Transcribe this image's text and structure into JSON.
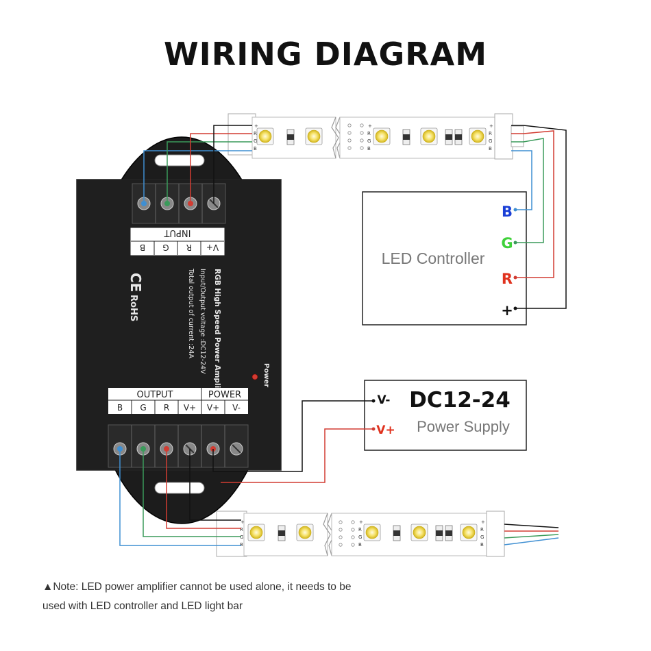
{
  "title": "WIRING DIAGRAM",
  "colors": {
    "blue": "#3f8fd2",
    "green": "#3a9a5a",
    "red": "#d23c32",
    "black": "#111111",
    "device": "#1c1c1c",
    "label_blue": "#1a3fd6",
    "label_green": "#3fd13a",
    "label_red": "#e0321e"
  },
  "amplifier": {
    "input_header": "INPUT",
    "input_terminals": [
      "B",
      "G",
      "R",
      "V+"
    ],
    "model": "RGB High Speed Power Amplifier",
    "voltage": "Input/Output voltage :DC12-24V",
    "current": "Total output of current :24A",
    "ce_mark": "CE",
    "rohs_mark": "RoHS",
    "power_indicator": "Power",
    "output_header": "OUTPUT",
    "power_header": "POWER",
    "output_terminals": [
      "B",
      "G",
      "R",
      "V+"
    ],
    "power_terminals": [
      "V+",
      "V-"
    ]
  },
  "led_controller": {
    "label": "LED Controller",
    "pins": [
      "B",
      "G",
      "R",
      "+"
    ]
  },
  "power_supply": {
    "voltage": "DC12-24",
    "label": "Power Supply",
    "pins": [
      "V-",
      "V+"
    ]
  },
  "led_strip": {
    "pad_labels": [
      "+",
      "R",
      "G",
      "B"
    ]
  },
  "note": {
    "line1": "▲Note: LED power amplifier cannot be used alone, it needs to be",
    "line2": "used with LED controller and LED light bar"
  }
}
